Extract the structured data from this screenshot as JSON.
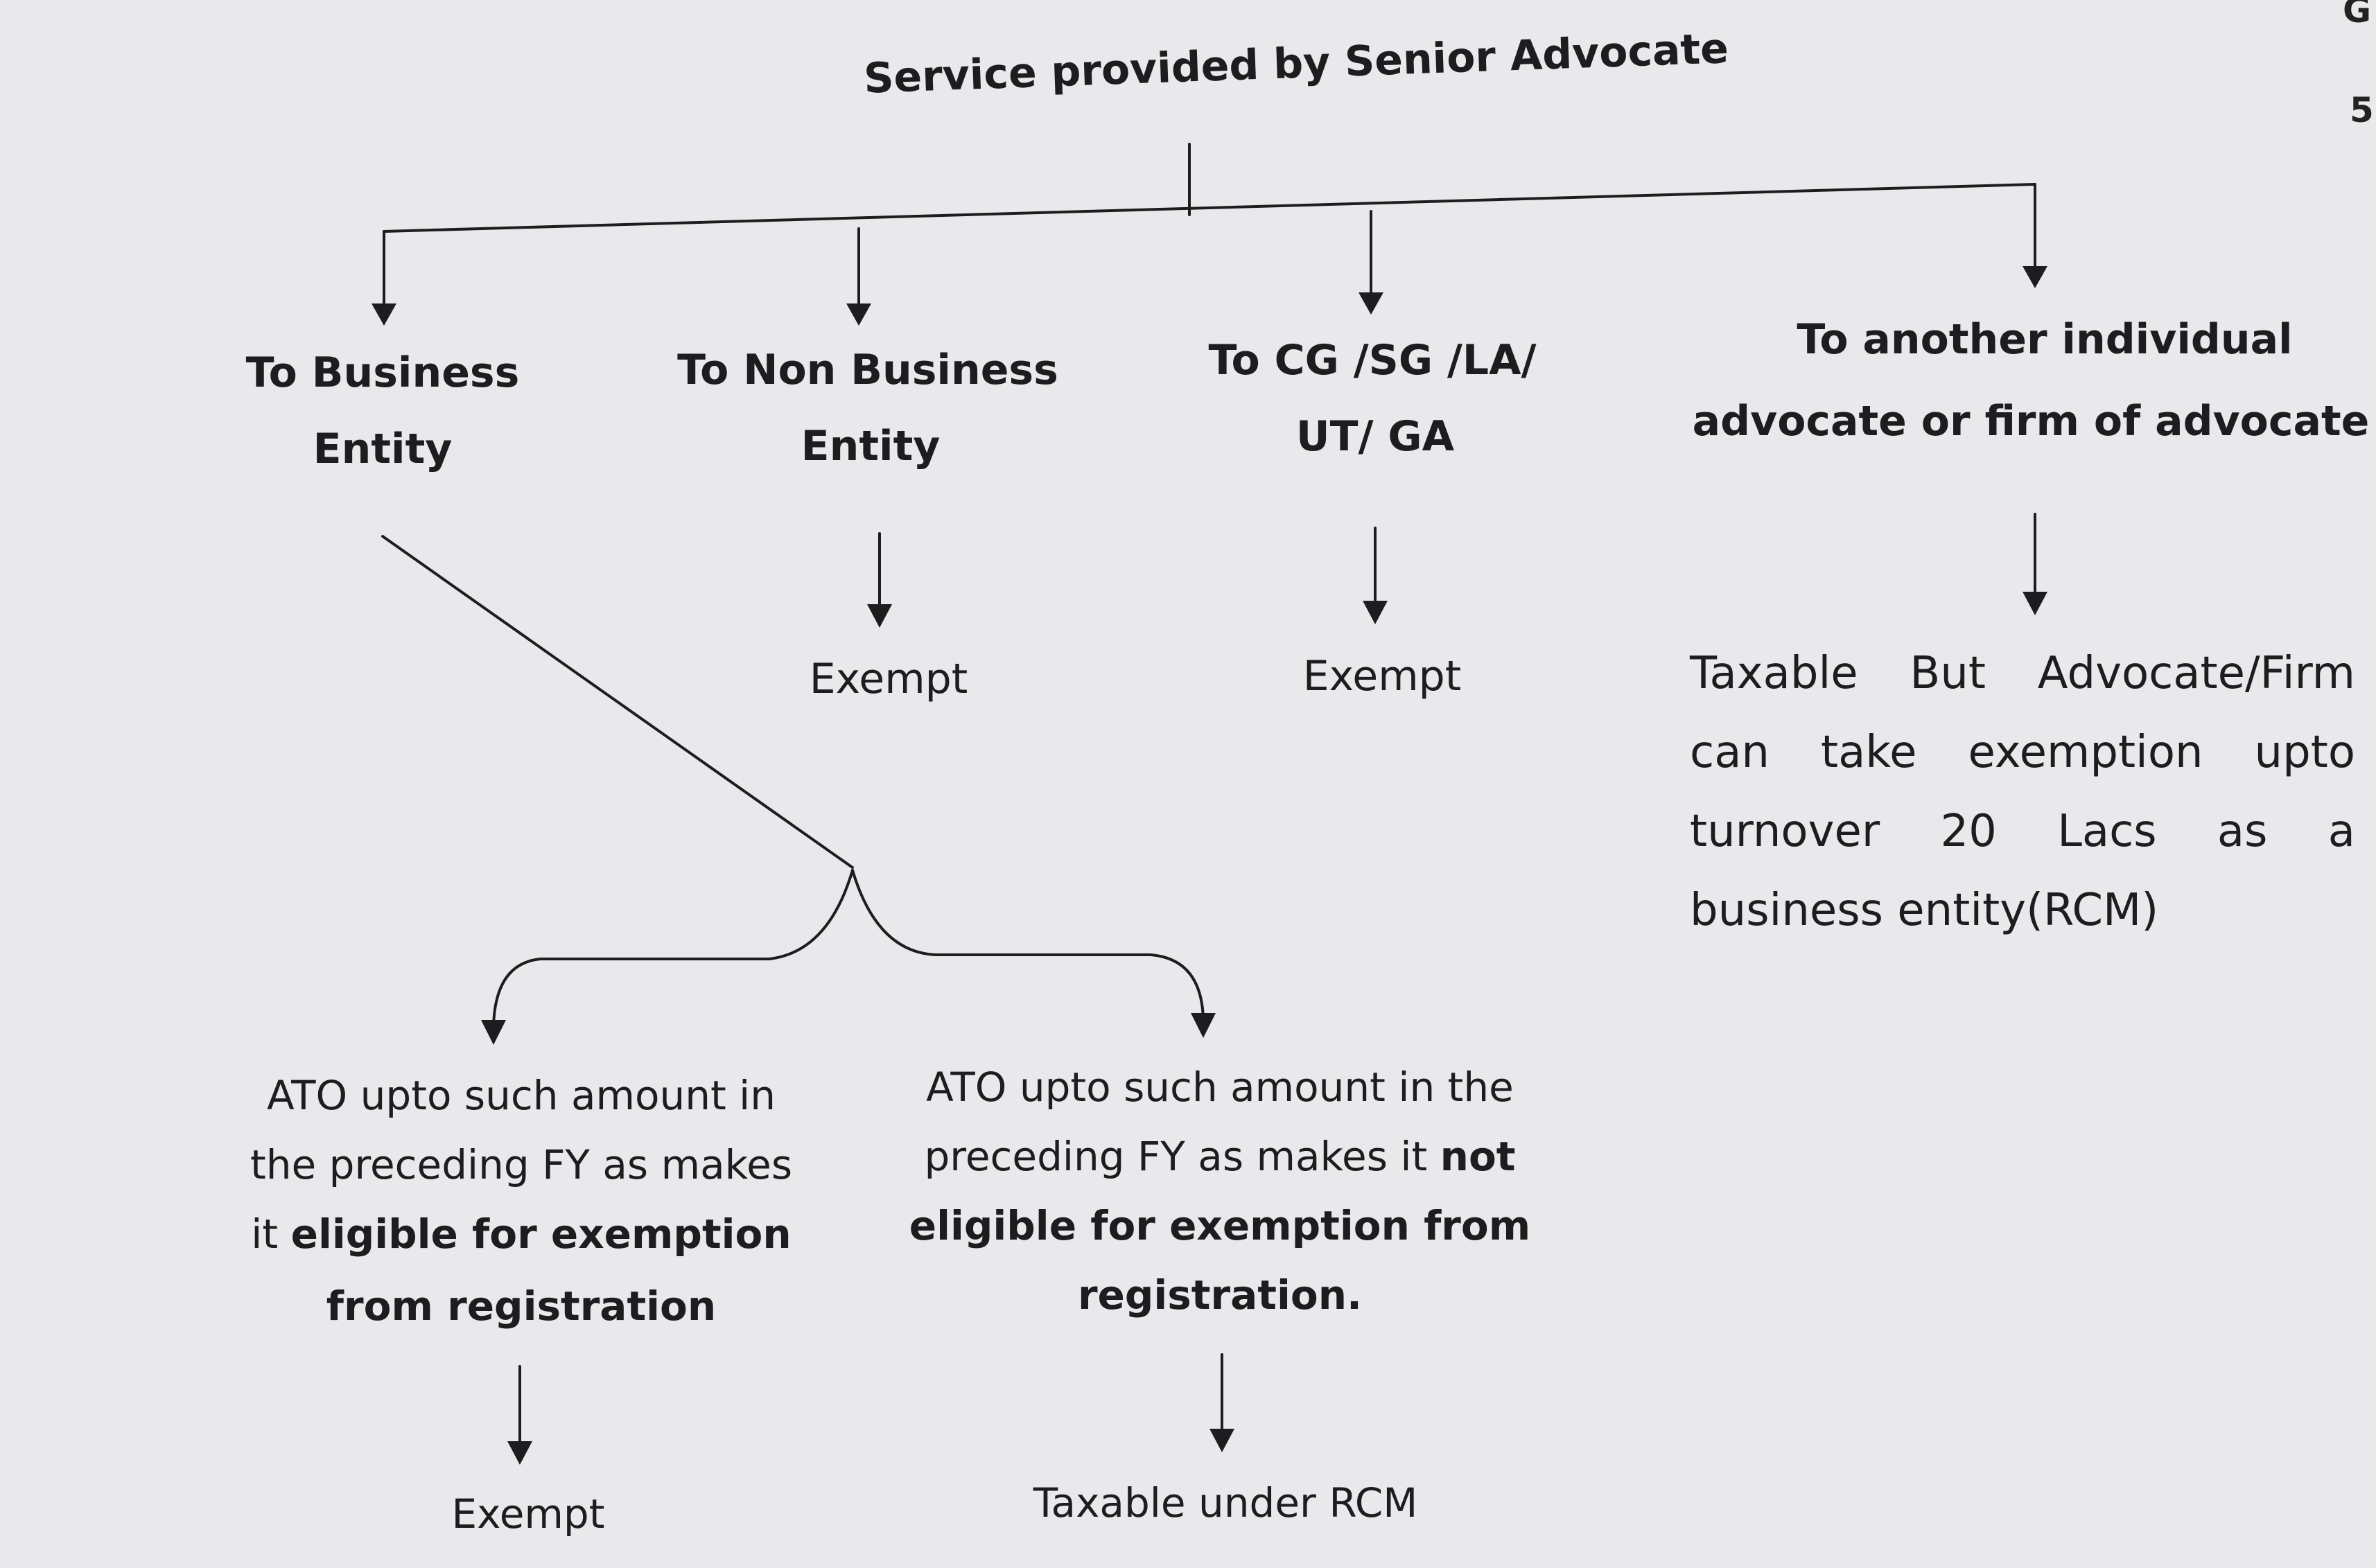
{
  "diagram": {
    "root": "Service provided by Senior Advocate",
    "branches": [
      {
        "label_lines": [
          "To Business",
          "Entity"
        ]
      },
      {
        "label_lines": [
          "To Non Business",
          "Entity"
        ],
        "outcome": "Exempt"
      },
      {
        "label_lines": [
          "To CG /SG /LA/",
          "UT/ GA"
        ],
        "outcome": "Exempt"
      },
      {
        "label_lines": [
          "To another individual",
          "advocate or firm of advocate"
        ],
        "outcome_lines": [
          [
            "Taxable",
            "But",
            "Advocate/Firm"
          ],
          [
            "can",
            "take",
            "exemption",
            "upto"
          ],
          [
            "turnover",
            "20",
            "Lacs",
            "as",
            "a"
          ],
          [
            "business entity(RCM)"
          ]
        ]
      }
    ],
    "sub_branches": {
      "eligible": {
        "line1": "ATO upto such amount in",
        "line2": "the preceding FY as makes",
        "line3_plain": "it ",
        "line3_bold": "eligible for exemption",
        "line4_bold": "from registration",
        "outcome": "Exempt"
      },
      "not_eligible": {
        "line1": "ATO upto such amount in the",
        "line2_plain": "preceding FY as makes it ",
        "line2_bold": "not",
        "line3_bold": "eligible for exemption from",
        "line4_bold": "registration.",
        "outcome": "Taxable under RCM"
      }
    },
    "margin_marks": [
      "G",
      "5"
    ],
    "line_color": "#1d1d1f"
  }
}
